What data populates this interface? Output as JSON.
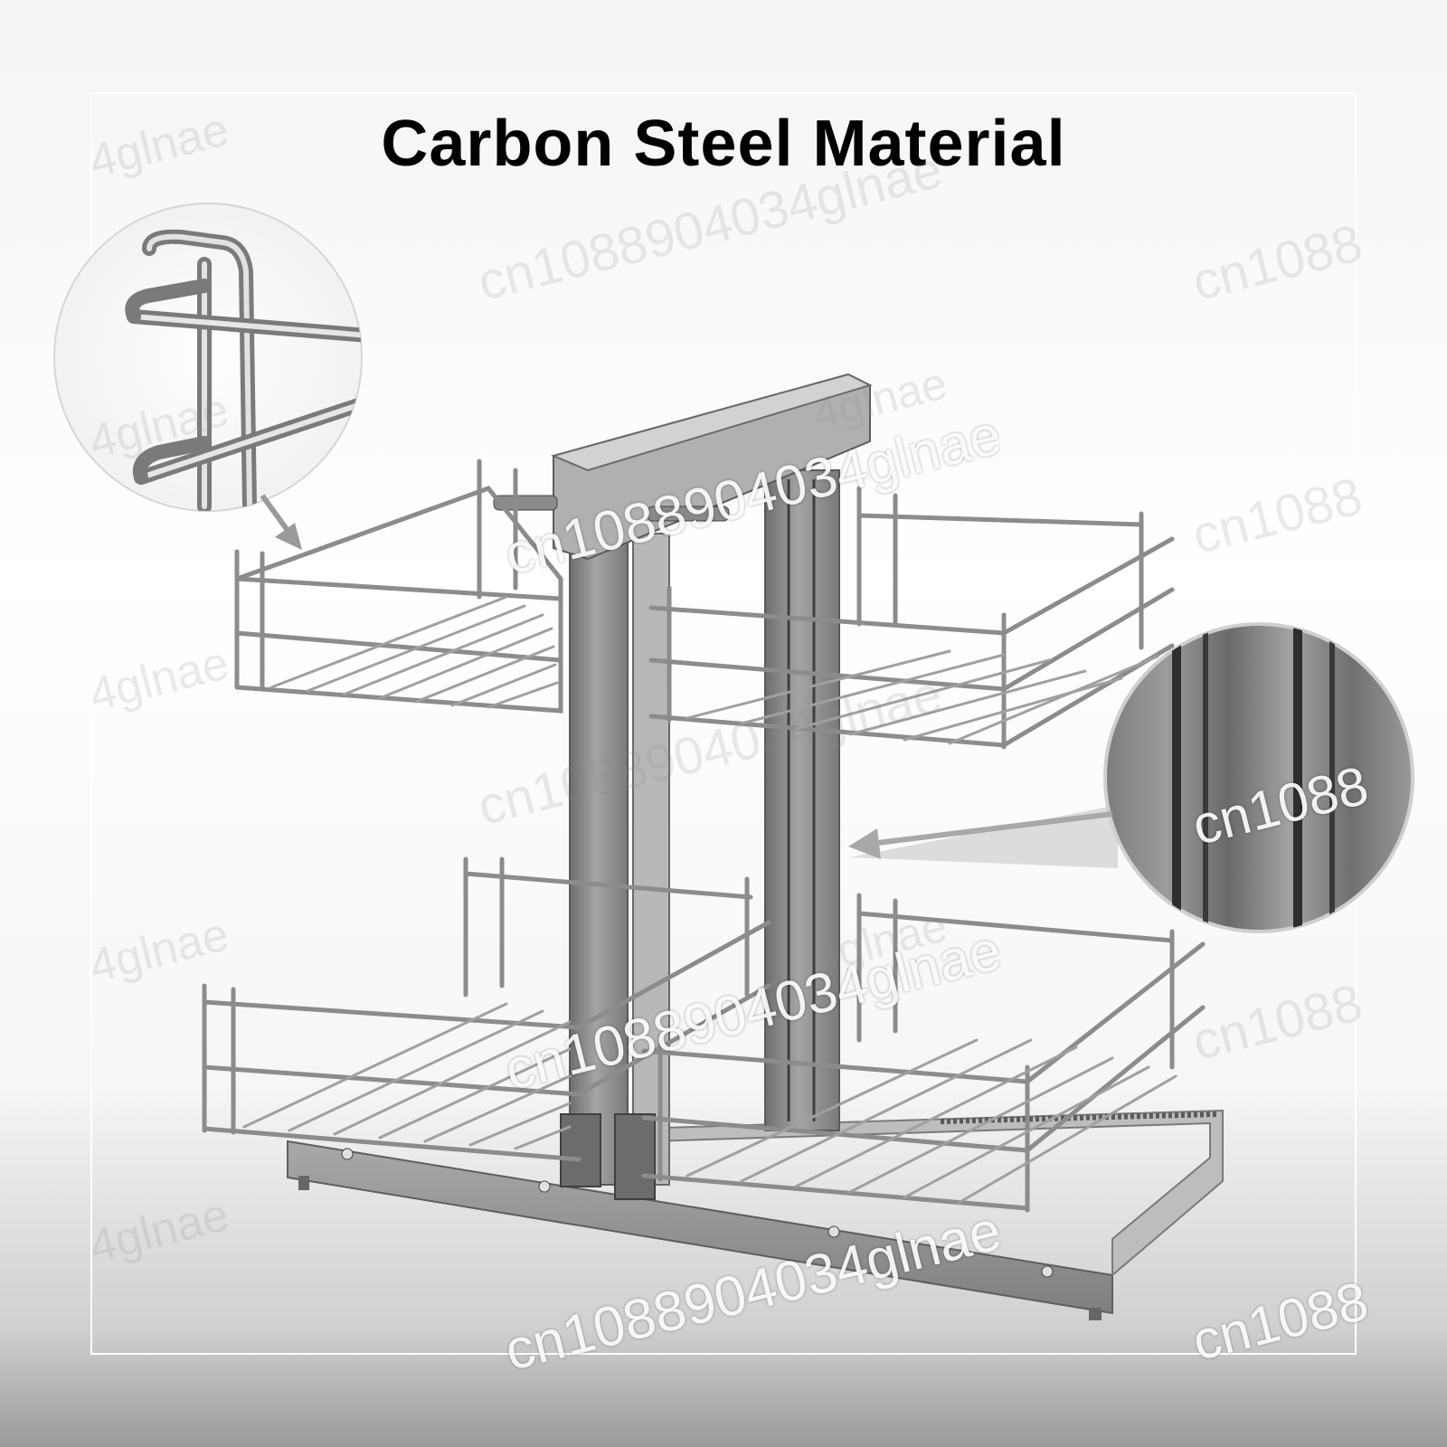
{
  "title": "Carbon Steel Material",
  "watermarks": {
    "shop_id": "cn1088904034glnae",
    "shop_id_short": "cn1088",
    "brand": "4glnae"
  },
  "colors": {
    "chrome": "#9a9a9a",
    "chrome_highlight": "#e6e6e6",
    "frame_grey": "#8e8e8e",
    "frame_dark": "#6a6a6a"
  },
  "icons": [
    "zoom-rail-detail",
    "zoom-profile-detail",
    "arrow-icon"
  ]
}
